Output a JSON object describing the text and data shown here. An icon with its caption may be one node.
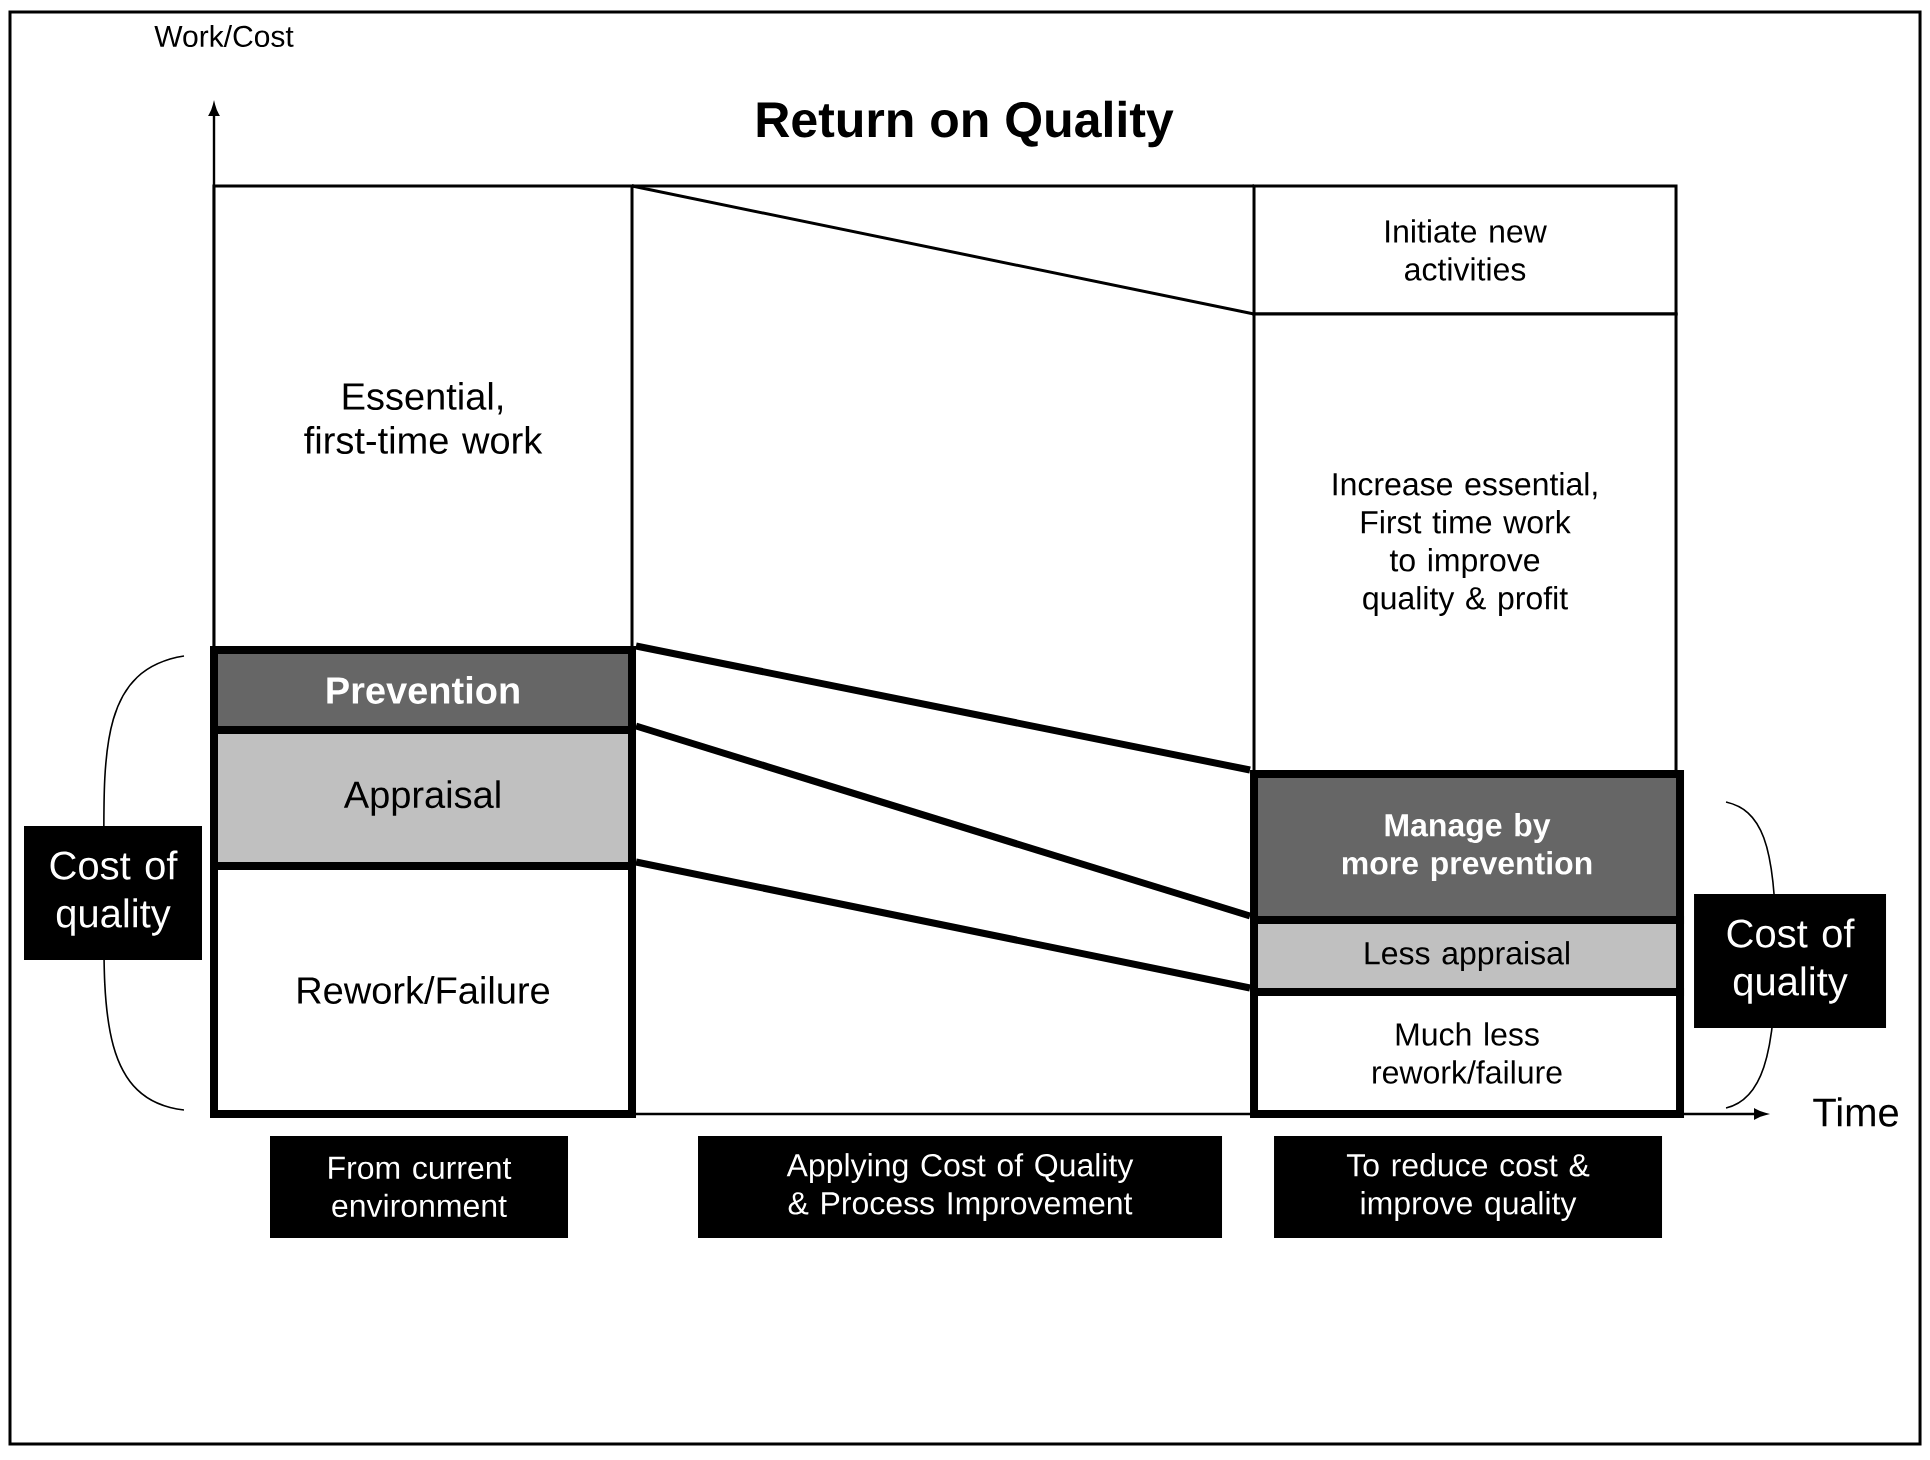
{
  "diagram": {
    "title": "Return on Quality",
    "nodes": [
      {
        "text": [
          "Essential, first-time work"
        ]
      },
      {
        "text": [
          "Prevention"
        ]
      },
      {
        "text": [
          "Appraisal"
        ]
      },
      {
        "text": [
          "Rework/Failure"
        ]
      },
      {
        "text": [
          "Initiate new activities"
        ]
      },
      {
        "text": [
          "Increase essential, First time work to improve quality & profit"
        ]
      },
      {
        "text": [
          "Manage by more prevention"
        ]
      },
      {
        "text": [
          "Less appraisal"
        ]
      },
      {
        "text": [
          "Much less rework/failure"
        ]
      },
      {
        "text": [
          "Cost of quality"
        ]
      },
      {
        "text": [
          "Cost of quality"
        ]
      },
      {
        "text": [
          "From current environment"
        ]
      },
      {
        "text": [
          "Applying Cost of Quality & Process Improvement"
        ]
      },
      {
        "text": [
          "To reduce cost & improve quality"
        ]
      }
    ],
    "edges": [
      {
        "from": 1,
        "to": 6,
        "arrow": "none"
      },
      {
        "from": 2,
        "to": 7,
        "arrow": "none"
      },
      {
        "from": 3,
        "to": 8,
        "arrow": "none"
      }
    ],
    "labels": [
      "Work/Cost",
      "Time"
    ]
  }
}
